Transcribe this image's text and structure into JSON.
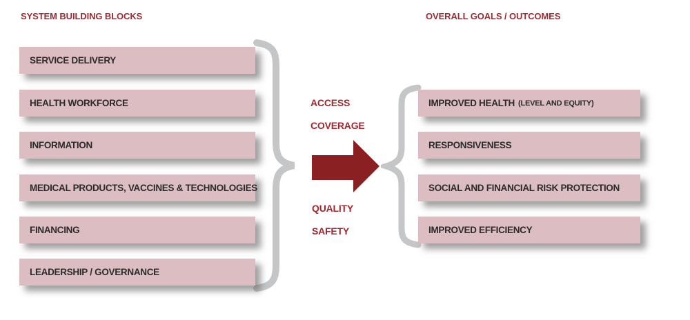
{
  "colors": {
    "heading": "#9e2b33",
    "bar-bg": "#dcbec2",
    "bar-text": "#2b2a2a",
    "center-label": "#a1282f",
    "arrow": "#8b2022",
    "brace": "#c5c6c8"
  },
  "left": {
    "heading": "SYSTEM BUILDING BLOCKS",
    "blocks": [
      "SERVICE DELIVERY",
      "HEALTH WORKFORCE",
      "INFORMATION",
      "MEDICAL PRODUCTS, VACCINES & TECHNOLOGIES",
      "FINANCING",
      "LEADERSHIP / GOVERNANCE"
    ]
  },
  "right": {
    "heading": "OVERALL GOALS / OUTCOMES",
    "blocks": [
      {
        "label": "IMPROVED HEALTH",
        "suffix": "(LEVEL AND EQUITY)"
      },
      {
        "label": "RESPONSIVENESS",
        "suffix": ""
      },
      {
        "label": "SOCIAL AND FINANCIAL RISK PROTECTION",
        "suffix": ""
      },
      {
        "label": "IMPROVED EFFICIENCY",
        "suffix": ""
      }
    ]
  },
  "center": {
    "labels_top": [
      "ACCESS",
      "COVERAGE"
    ],
    "labels_bottom": [
      "QUALITY",
      "SAFETY"
    ]
  }
}
